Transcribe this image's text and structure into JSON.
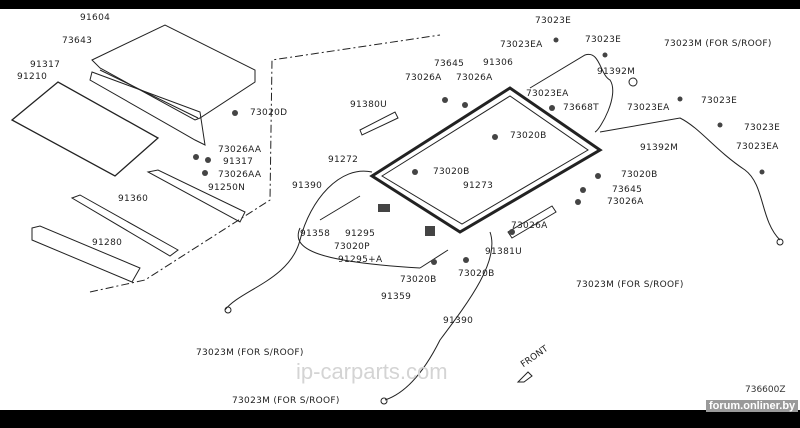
{
  "labels": [
    {
      "id": "91604",
      "text": "91604"
    },
    {
      "id": "73643",
      "text": "73643"
    },
    {
      "id": "91317a",
      "text": "91317"
    },
    {
      "id": "91210",
      "text": "91210"
    },
    {
      "id": "73020D",
      "text": "73020D"
    },
    {
      "id": "73026AAa",
      "text": "73026AA"
    },
    {
      "id": "91317b",
      "text": "91317"
    },
    {
      "id": "73026AAb",
      "text": "73026AA"
    },
    {
      "id": "91250N",
      "text": "91250N"
    },
    {
      "id": "91360",
      "text": "91360"
    },
    {
      "id": "91280",
      "text": "91280"
    },
    {
      "id": "91380U",
      "text": "91380U"
    },
    {
      "id": "91272",
      "text": "91272"
    },
    {
      "id": "91390a",
      "text": "91390"
    },
    {
      "id": "73645a",
      "text": "73645"
    },
    {
      "id": "73026Aa",
      "text": "73026A"
    },
    {
      "id": "73026Ab",
      "text": "73026A"
    },
    {
      "id": "91306",
      "text": "91306"
    },
    {
      "id": "73023EAa",
      "text": "73023EA"
    },
    {
      "id": "73023Ea",
      "text": "73023E"
    },
    {
      "id": "73023Eb",
      "text": "73023E"
    },
    {
      "id": "73023Ma",
      "text": "73023M (FOR S/ROOF)"
    },
    {
      "id": "91392Ma",
      "text": "91392M"
    },
    {
      "id": "73023EAb",
      "text": "73023EA"
    },
    {
      "id": "73668T",
      "text": "73668T"
    },
    {
      "id": "73023EAc",
      "text": "73023EA"
    },
    {
      "id": "73023Ec",
      "text": "73023E"
    },
    {
      "id": "73023Ed",
      "text": "73023E"
    },
    {
      "id": "91392Mb",
      "text": "91392M"
    },
    {
      "id": "73023EAd",
      "text": "73023EA"
    },
    {
      "id": "73020Ba",
      "text": "73020B"
    },
    {
      "id": "73020Bb",
      "text": "73020B"
    },
    {
      "id": "91273",
      "text": "91273"
    },
    {
      "id": "73020Bc",
      "text": "73020B"
    },
    {
      "id": "73645b",
      "text": "73645"
    },
    {
      "id": "73026Ac",
      "text": "73026A"
    },
    {
      "id": "73026Ad",
      "text": "73026A"
    },
    {
      "id": "91381U",
      "text": "91381U"
    },
    {
      "id": "91358",
      "text": "91358"
    },
    {
      "id": "91295",
      "text": "91295"
    },
    {
      "id": "73020P",
      "text": "73020P"
    },
    {
      "id": "91295A",
      "text": "91295+A"
    },
    {
      "id": "73020Bd",
      "text": "73020B"
    },
    {
      "id": "73020Be",
      "text": "73020B"
    },
    {
      "id": "91359",
      "text": "91359"
    },
    {
      "id": "91390b",
      "text": "91390"
    },
    {
      "id": "73023Mb",
      "text": "73023M (FOR S/ROOF)"
    },
    {
      "id": "73023Mc",
      "text": "73023M (FOR S/ROOF)"
    },
    {
      "id": "73023Md",
      "text": "73023M (FOR S/ROOF)"
    }
  ],
  "front_label": "FRONT",
  "watermark": "ip-carparts.com",
  "forum_watermark": "forum.onliner.by",
  "diagram_code": "736600Z"
}
